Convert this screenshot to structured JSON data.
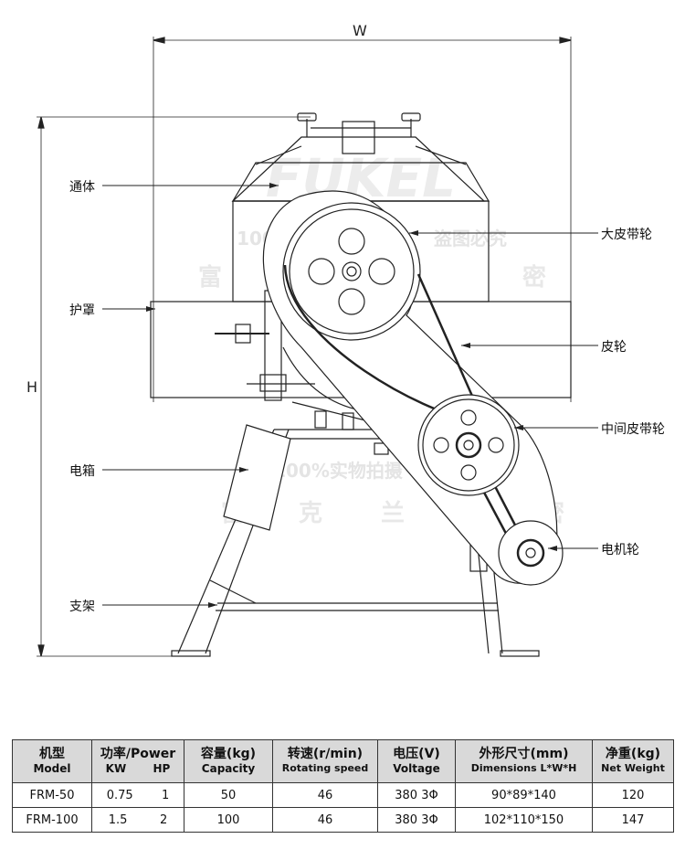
{
  "dimensions": {
    "width_label": "W",
    "height_label": "H"
  },
  "callouts": {
    "body": "通体",
    "guard": "护罩",
    "electric_box": "电箱",
    "stand": "支架",
    "large_pulley": "大皮带轮",
    "belt": "皮轮",
    "middle_pulley": "中间皮带轮",
    "motor_pulley": "电机轮"
  },
  "watermark": {
    "brand": "FUKEL",
    "line1": "100%实物拍摄",
    "line2_a": "富",
    "line2_b": "克",
    "line2_c": "兰",
    "line2_d": "精",
    "line2_e": "密",
    "line3": "盗图必究"
  },
  "table": {
    "headers": {
      "model_cn": "机型",
      "model_en": "Model",
      "power_cn": "功率/Power",
      "power_kw": "KW",
      "power_hp": "HP",
      "capacity_cn": "容量(kg)",
      "capacity_en": "Capacity",
      "speed_cn": "转速(r/min)",
      "speed_en": "Rotating speed",
      "voltage_cn": "电压(V)",
      "voltage_en": "Voltage",
      "dims_cn": "外形尺寸(mm)",
      "dims_en": "Dimensions L*W*H",
      "weight_cn": "净重(kg)",
      "weight_en": "Net Weight"
    },
    "rows": [
      {
        "model": "FRM-50",
        "kw": "0.75",
        "hp": "1",
        "capacity": "50",
        "speed": "46",
        "voltage": "380 3Φ",
        "dims": "90*89*140",
        "weight": "120"
      },
      {
        "model": "FRM-100",
        "kw": "1.5",
        "hp": "2",
        "capacity": "100",
        "speed": "46",
        "voltage": "380 3Φ",
        "dims": "102*110*150",
        "weight": "147"
      }
    ]
  }
}
